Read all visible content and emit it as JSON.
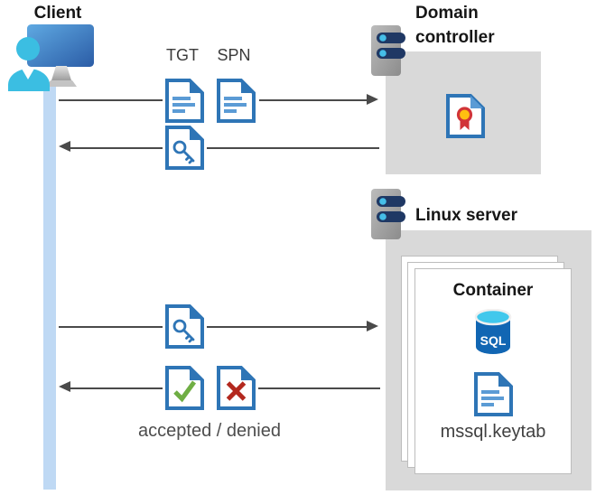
{
  "client": {
    "title": "Client"
  },
  "messages": {
    "tgt_label": "TGT",
    "spn_label": "SPN",
    "accepted_denied_label": "accepted / denied"
  },
  "domain_controller": {
    "title": "Domain controller"
  },
  "linux_server": {
    "title": "Linux server",
    "container": {
      "title": "Container",
      "sql_label": "SQL",
      "keytab_label": "mssql.keytab"
    }
  },
  "colors": {
    "document_blue": "#2e75b6",
    "document_line_blue": "#5b9bd5",
    "accepted_green": "#6fae44",
    "denied_red": "#b3281e",
    "box_gray": "#d9d9d9",
    "lifeline_blue": "#bfd9f4",
    "arrow_gray": "#4a4a4a",
    "person_cyan": "#3bbee2",
    "server_bar_navy": "#1f3864",
    "sql_cylinder_blue": "#1166b3",
    "certificate_seal_yellow": "#ffc010",
    "certificate_ribbon_red": "#d13438"
  }
}
